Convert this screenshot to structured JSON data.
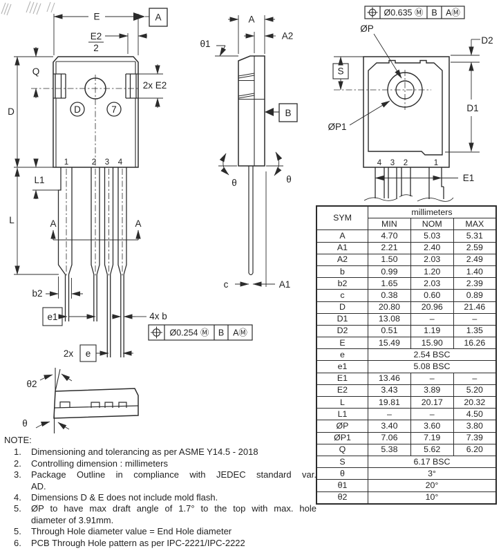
{
  "drawing": {
    "front": {
      "dim_E": "E",
      "dim_E2_num": "E2",
      "dim_E2_den": "2",
      "datum_a": "A",
      "dim_Q": "Q",
      "dim_D": "D",
      "dim_2xE2": "2x E2",
      "mark_circle_D": "D",
      "mark_circle_7": "7",
      "pins": [
        "1",
        "2",
        "3",
        "4"
      ],
      "dim_L1": "L1",
      "dim_L": "L",
      "section_label_left": "A",
      "section_label_right": "A",
      "dim_b2": "b2",
      "dim_e1": "e1",
      "dim_4xb": "4x b",
      "dim_2x": "2x",
      "dim_e": "e",
      "dim_theta2": "θ2",
      "dim_theta": "θ",
      "fcf": {
        "symbol": "position-symbol",
        "tolerance": "Ø0.254 Ⓜ",
        "datum1": "B",
        "datum2": "AⓂ"
      }
    },
    "side": {
      "dim_A": "A",
      "dim_A2": "A2",
      "dim_theta1": "θ1",
      "datum_b": "B",
      "dim_theta_left": "θ",
      "dim_theta_right": "θ",
      "dim_c": "c",
      "dim_A1": "A1"
    },
    "back": {
      "fcf": {
        "symbol": "position-symbol",
        "tolerance": "Ø0.635 Ⓜ",
        "datum1": "B",
        "datum2": "AⓂ"
      },
      "dim_P": "ØP",
      "dim_D2": "D2",
      "dim_S": "S",
      "dim_P1": "ØP1",
      "dim_D1": "D1",
      "pins": [
        "4",
        "3",
        "2",
        "1"
      ],
      "dim_E1": "E1"
    }
  },
  "table": {
    "sym_header": "SYM",
    "unit_header": "millimeters",
    "cols": [
      "MIN",
      "NOM",
      "MAX"
    ],
    "rows": [
      {
        "sym": "A",
        "vals": [
          "4.70",
          "5.03",
          "5.31"
        ]
      },
      {
        "sym": "A1",
        "vals": [
          "2.21",
          "2.40",
          "2.59"
        ]
      },
      {
        "sym": "A2",
        "vals": [
          "1.50",
          "2.03",
          "2.49"
        ]
      },
      {
        "sym": "b",
        "vals": [
          "0.99",
          "1.20",
          "1.40"
        ]
      },
      {
        "sym": "b2",
        "vals": [
          "1.65",
          "2.03",
          "2.39"
        ]
      },
      {
        "sym": "c",
        "vals": [
          "0.38",
          "0.60",
          "0.89"
        ]
      },
      {
        "sym": "D",
        "vals": [
          "20.80",
          "20.96",
          "21.46"
        ]
      },
      {
        "sym": "D1",
        "vals": [
          "13.08",
          "–",
          "–"
        ]
      },
      {
        "sym": "D2",
        "vals": [
          "0.51",
          "1.19",
          "1.35"
        ]
      },
      {
        "sym": "E",
        "vals": [
          "15.49",
          "15.90",
          "16.26"
        ]
      },
      {
        "sym": "e",
        "span": "2.54 BSC"
      },
      {
        "sym": "e1",
        "span": "5.08 BSC"
      },
      {
        "sym": "E1",
        "vals": [
          "13.46",
          "–",
          "–"
        ]
      },
      {
        "sym": "E2",
        "vals": [
          "3.43",
          "3.89",
          "5.20"
        ]
      },
      {
        "sym": "L",
        "vals": [
          "19.81",
          "20.17",
          "20.32"
        ]
      },
      {
        "sym": "L1",
        "vals": [
          "–",
          "–",
          "4.50"
        ]
      },
      {
        "sym": "ØP",
        "vals": [
          "3.40",
          "3.60",
          "3.80"
        ]
      },
      {
        "sym": "ØP1",
        "vals": [
          "7.06",
          "7.19",
          "7.39"
        ]
      },
      {
        "sym": "Q",
        "vals": [
          "5.38",
          "5.62",
          "6.20"
        ]
      },
      {
        "sym": "S",
        "span": "6.17 BSC"
      },
      {
        "sym": "θ",
        "span": "3°"
      },
      {
        "sym": "θ1",
        "span": "20°"
      },
      {
        "sym": "θ2",
        "span": "10°"
      }
    ]
  },
  "notes": {
    "heading": "NOTE:",
    "items": [
      {
        "num": "1.",
        "lines": [
          "Dimensioning and tolerancing as per ASME Y14.5 - 2018"
        ]
      },
      {
        "num": "2.",
        "lines": [
          "Controlling dimension : millimeters"
        ]
      },
      {
        "num": "3.",
        "lines": [
          "Package Outline in compliance with JEDEC standard var.",
          "AD."
        ]
      },
      {
        "num": "4.",
        "lines": [
          "Dimensions D & E does not include mold flash."
        ]
      },
      {
        "num": "5.",
        "lines": [
          "ØP to have max draft angle of 1.7° to the top with max. hole",
          "diameter of 3.91mm."
        ]
      },
      {
        "num": "5.",
        "lines": [
          "Through Hole diameter value = End Hole diameter"
        ]
      },
      {
        "num": "6.",
        "lines": [
          "PCB Through Hole pattern as per IPC-2221/IPC-2222"
        ]
      }
    ]
  }
}
